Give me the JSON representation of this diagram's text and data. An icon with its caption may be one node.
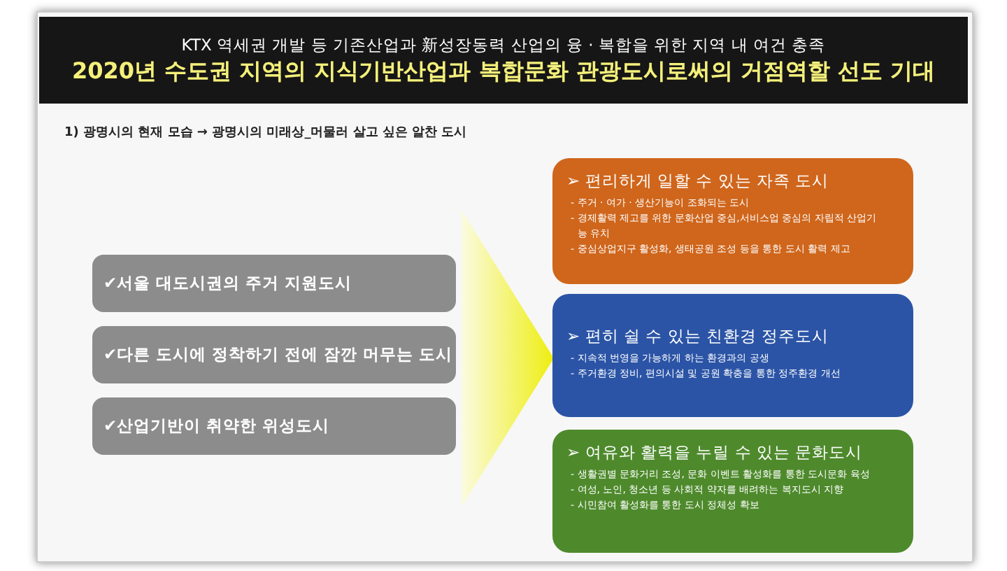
{
  "diagram": {
    "nodes": [
      {
        "text": [
          "KTX 역세권 개발 등 기존산업과 新성장동력 산업의 융 · 복합을 위한 지역 내 여건 충족",
          "2020년 수도권 지역의 지식기반산업과 복합문화 관광도시로써의 거점역할 선도 기대"
        ]
      },
      {
        "text": [
          "✔서울 대도시권의 주거 지원도시"
        ]
      },
      {
        "text": [
          "✔다른 도시에 정착하기 전에 잠깐 머무는 도시"
        ]
      },
      {
        "text": [
          "✔산업기반이 취약한 위성도시"
        ]
      },
      {
        "text": [
          "➢ 편리하게 일할 수 있는 자족 도시",
          "- 주거 · 여가 · 생산기능이 조화되는 도시",
          "- 경제활력 제고를 위한 문화산업 중심,서비스업 중심의 자립적 산업기능 유치",
          "- 중심상업지구 활성화, 생태공원 조성 등을 통한 도시 활력 제고"
        ]
      },
      {
        "text": [
          "➢ 편히 쉴 수 있는 친환경 정주도시",
          "- 지속적 번영을 가능하게 하는 환경과의 공생",
          "- 주거환경 정비, 편의시설 및 공원 확충을 통한 정주환경 개선"
        ]
      },
      {
        "text": [
          "➢ 여유와 활력을 누릴 수 있는 문화도시",
          "- 생활권별 문화거리 조성, 문화 이벤트 활성화를 통한 도시문화 육성",
          "- 여성, 노인, 청소년 등 사회적 약자를 배려하는 복지도시 지향",
          "- 시민참여 활성화를 통한 도시 정체성 확보"
        ]
      }
    ],
    "labels": [
      "1) 광명시의 현재 모습 → 광명시의 미래상_머물러 살고 싶은 알찬 도시"
    ]
  }
}
